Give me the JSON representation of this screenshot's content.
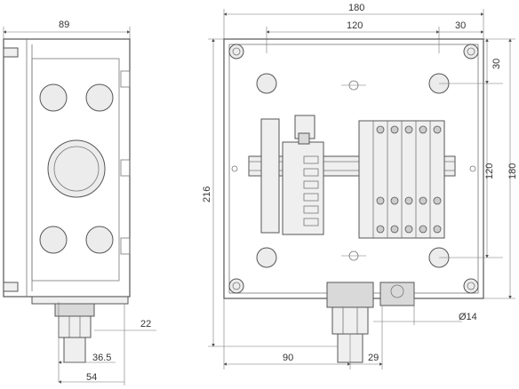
{
  "dimensions": {
    "side_width": "89",
    "front_width": "180",
    "inner_width": "120",
    "right_offset": "30",
    "top_offset": "30",
    "height_right_inner": "120",
    "height_right_outer": "180",
    "height_left": "216",
    "gland_22": "22",
    "gland_36_5": "36.5",
    "gland_54": "54",
    "bottom_90": "90",
    "bottom_29": "29",
    "diameter": "Ø14"
  },
  "colors": {
    "line": "#555555",
    "dim_line": "#777777",
    "fill_gray": "#d9d9d9",
    "fill_light": "#efefef"
  }
}
